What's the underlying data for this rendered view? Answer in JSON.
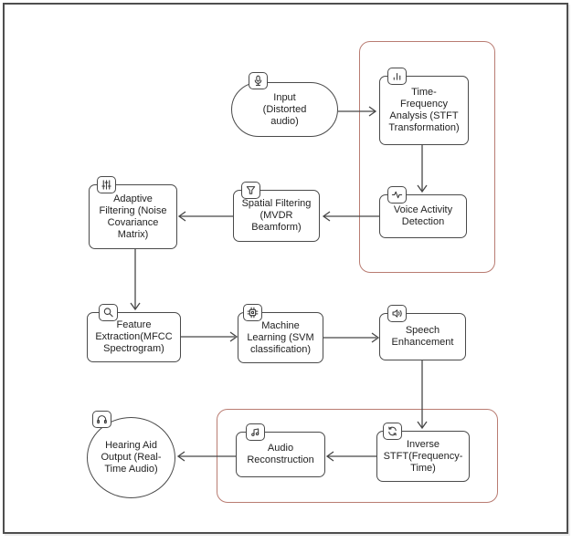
{
  "diagram": {
    "title": "Hearing aid speech-enhancement pipeline flowchart",
    "colors": {
      "node_border": "#4a4a4a",
      "group_border": "#b97c72",
      "arrow": "#474747",
      "background": "#ffffff",
      "text": "#222222"
    },
    "nodes": [
      {
        "id": "input",
        "label": "Input\n(Distorted\naudio)",
        "icon": "microphone",
        "shape": "stadium"
      },
      {
        "id": "tfa",
        "label": "Time-\nFrequency\nAnalysis (STFT\nTransformation)",
        "icon": "bar-chart",
        "shape": "rect"
      },
      {
        "id": "vad",
        "label": "Voice Activity\nDetection",
        "icon": "waveform",
        "shape": "rect"
      },
      {
        "id": "spatial",
        "label": "Spatial Filtering\n(MVDR\nBeamform)",
        "icon": "funnel",
        "shape": "rect"
      },
      {
        "id": "adaptive",
        "label": "Adaptive\nFiltering (Noise\nCovariance\nMatrix)",
        "icon": "sliders",
        "shape": "rect"
      },
      {
        "id": "feature",
        "label": "Feature\nExtraction(MFCC\nSpectrogram)",
        "icon": "magnifier",
        "shape": "rect"
      },
      {
        "id": "ml",
        "label": "Machine\nLearning (SVM\nclassification)",
        "icon": "chip",
        "shape": "rect"
      },
      {
        "id": "speech",
        "label": "Speech\nEnhancement",
        "icon": "speaker",
        "shape": "rect"
      },
      {
        "id": "inverse",
        "label": "Inverse\nSTFT(Frequency-\nTime)",
        "icon": "refresh",
        "shape": "rect"
      },
      {
        "id": "audio",
        "label": "Audio\nReconstruction",
        "icon": "music-note",
        "shape": "rect"
      },
      {
        "id": "hearing",
        "label": "Hearing Aid\nOutput (Real-\nTime Audio)",
        "icon": "headphones",
        "shape": "ellipse"
      }
    ],
    "edges": [
      {
        "from": "input",
        "to": "tfa"
      },
      {
        "from": "tfa",
        "to": "vad"
      },
      {
        "from": "vad",
        "to": "spatial"
      },
      {
        "from": "spatial",
        "to": "adaptive"
      },
      {
        "from": "adaptive",
        "to": "feature"
      },
      {
        "from": "feature",
        "to": "ml"
      },
      {
        "from": "ml",
        "to": "speech"
      },
      {
        "from": "speech",
        "to": "inverse"
      },
      {
        "from": "inverse",
        "to": "audio"
      },
      {
        "from": "audio",
        "to": "hearing"
      }
    ],
    "groups": [
      {
        "id": "group-analysis",
        "contains": [
          "tfa",
          "vad"
        ]
      },
      {
        "id": "group-reconstruction",
        "contains": [
          "inverse",
          "audio"
        ]
      }
    ]
  }
}
